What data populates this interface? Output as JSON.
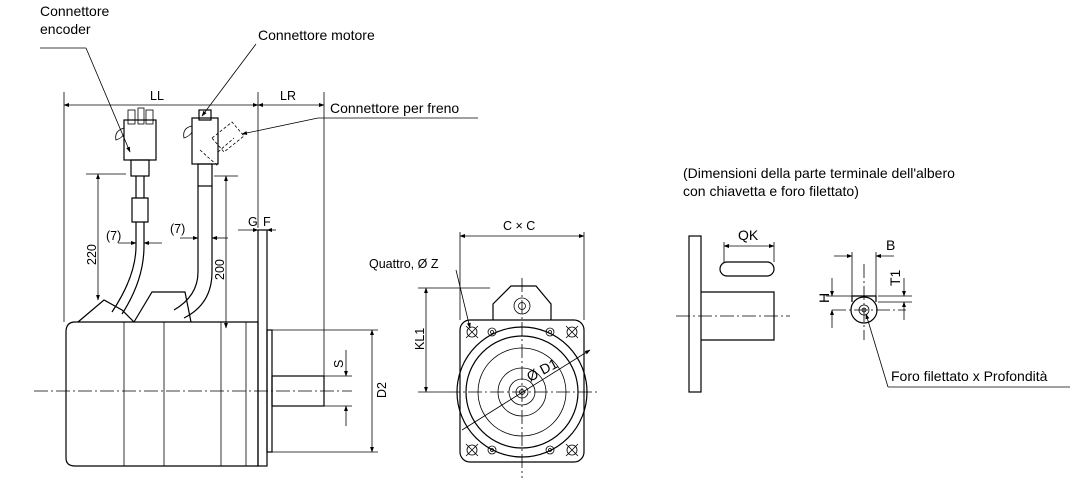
{
  "labels": {
    "encoder_connector": [
      "Connettore",
      "encoder"
    ],
    "motor_connector": "Connettore motore",
    "brake_connector": "Connettore per freno",
    "four_holes": "Quattro, Ø Z",
    "shaft_end_note": [
      "(Dimensioni della parte terminale dell'albero",
      "con chiavetta e foro filettato)"
    ],
    "tapped_hole": "Foro filettato x Profondità"
  },
  "dimensions": {
    "LL": "LL",
    "LR": "LR",
    "dim_220": "220",
    "dim_200": "200",
    "dim_7a": "(7)",
    "dim_7b": "(7)",
    "G": "G",
    "F": "F",
    "S": "S",
    "D2": "D2",
    "CxC": "C × C",
    "KL1": "KL1",
    "D1": "Ø D1",
    "QK": "QK",
    "B": "B",
    "H": "H",
    "T1": "T1"
  }
}
